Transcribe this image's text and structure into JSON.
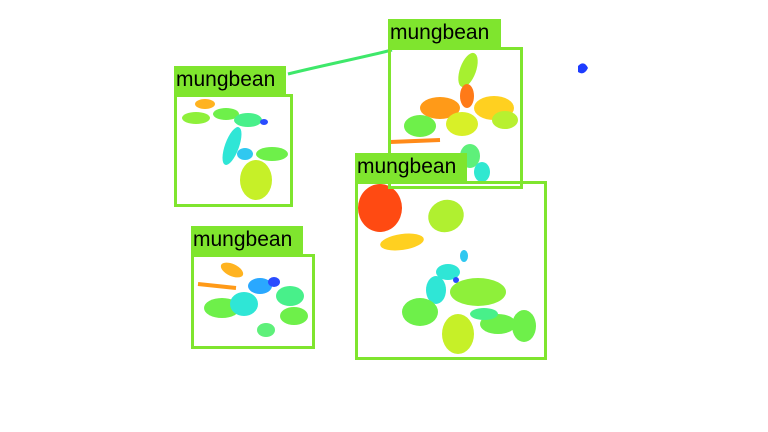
{
  "detections": [
    {
      "label": "mungbean"
    },
    {
      "label": "mungbean"
    },
    {
      "label": "mungbean"
    },
    {
      "label": "mungbean"
    }
  ],
  "colors": {
    "box": "#7fe52e",
    "label_text": "#000000",
    "background": "#ffffff",
    "depth_near": "#ff4a12",
    "depth_mid": "#6ef04a",
    "depth_far": "#1d3cff"
  }
}
